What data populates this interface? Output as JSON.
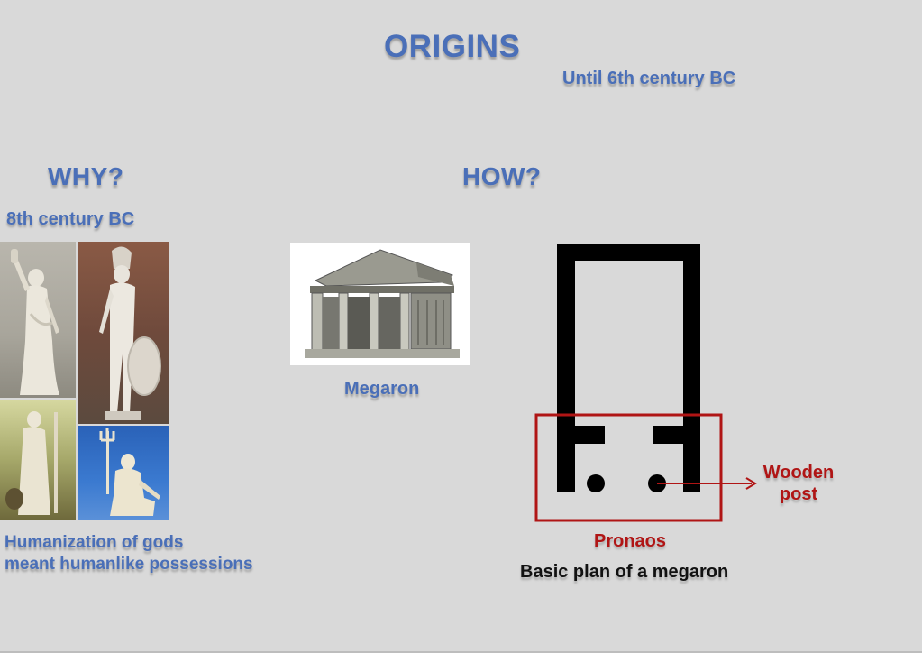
{
  "title": "ORIGINS",
  "subtitle": "Until 6th century BC",
  "why": {
    "heading": "WHY?",
    "era": "8th century BC",
    "caption_line1": "Humanization of gods",
    "caption_line2": "meant humanlike possessions"
  },
  "how": {
    "heading": "HOW?",
    "megaron_label": "Megaron",
    "plan_caption": "Basic plan of a megaron",
    "pronaos_label": "Pronaos",
    "post_label_line1": "Wooden",
    "post_label_line2": "post"
  },
  "colors": {
    "heading_blue": "#4a6fb8",
    "annotation_red": "#b01515",
    "background": "#d9d9d9"
  }
}
